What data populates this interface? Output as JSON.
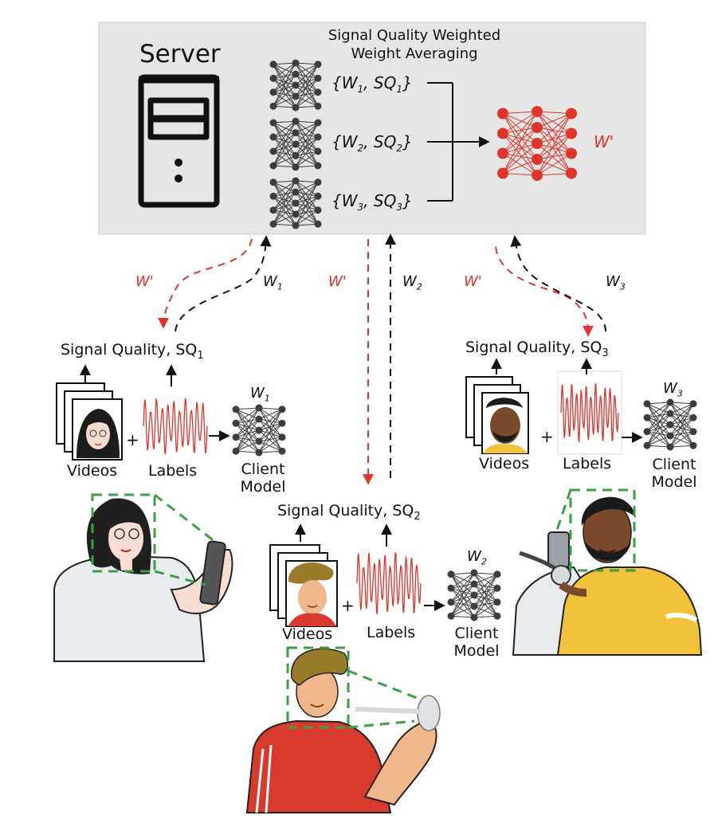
{
  "server": {
    "title": "Server",
    "aggregation_line1": "Signal Quality Weighted",
    "aggregation_line2": "Weight Averaging",
    "tuples": [
      "{W",
      "{W",
      "{W"
    ],
    "tuple_labels": [
      {
        "w": "W",
        "w_sub": "1",
        "sq": "SQ",
        "sq_sub": "1"
      },
      {
        "w": "W",
        "w_sub": "2",
        "sq": "SQ",
        "sq_sub": "2"
      },
      {
        "w": "W",
        "w_sub": "3",
        "sq": "SQ",
        "sq_sub": "3"
      }
    ],
    "global_weight": "W'"
  },
  "links": {
    "down_label": "W'",
    "up_1": {
      "base": "W",
      "sub": "1"
    },
    "up_2": {
      "base": "W",
      "sub": "2"
    },
    "up_3": {
      "base": "W",
      "sub": "3"
    }
  },
  "clients": [
    {
      "sq_label": "Signal Quality, SQ",
      "sq_sub": "1",
      "videos": "Videos",
      "labels": "Labels",
      "plus": "+",
      "w": "W",
      "w_sub": "1",
      "model_line1": "Client",
      "model_line2": "Model"
    },
    {
      "sq_label": "Signal Quality, SQ",
      "sq_sub": "2",
      "videos": "Videos",
      "labels": "Labels",
      "plus": "+",
      "w": "W",
      "w_sub": "2",
      "model_line1": "Client",
      "model_line2": "Model"
    },
    {
      "sq_label": "Signal Quality, SQ",
      "sq_sub": "3",
      "videos": "Videos",
      "labels": "Labels",
      "plus": "+",
      "w": "W",
      "w_sub": "3",
      "model_line1": "Client",
      "model_line2": "Model"
    }
  ],
  "colors": {
    "server_bg": "#e6e6e6",
    "accent_red": "#e0342a",
    "dash_green": "#3aa040",
    "ink": "#111111",
    "shirt_red": "#d83a2e",
    "shirt_yellow": "#f2c23a",
    "shirt_grey": "#e8ecee"
  }
}
